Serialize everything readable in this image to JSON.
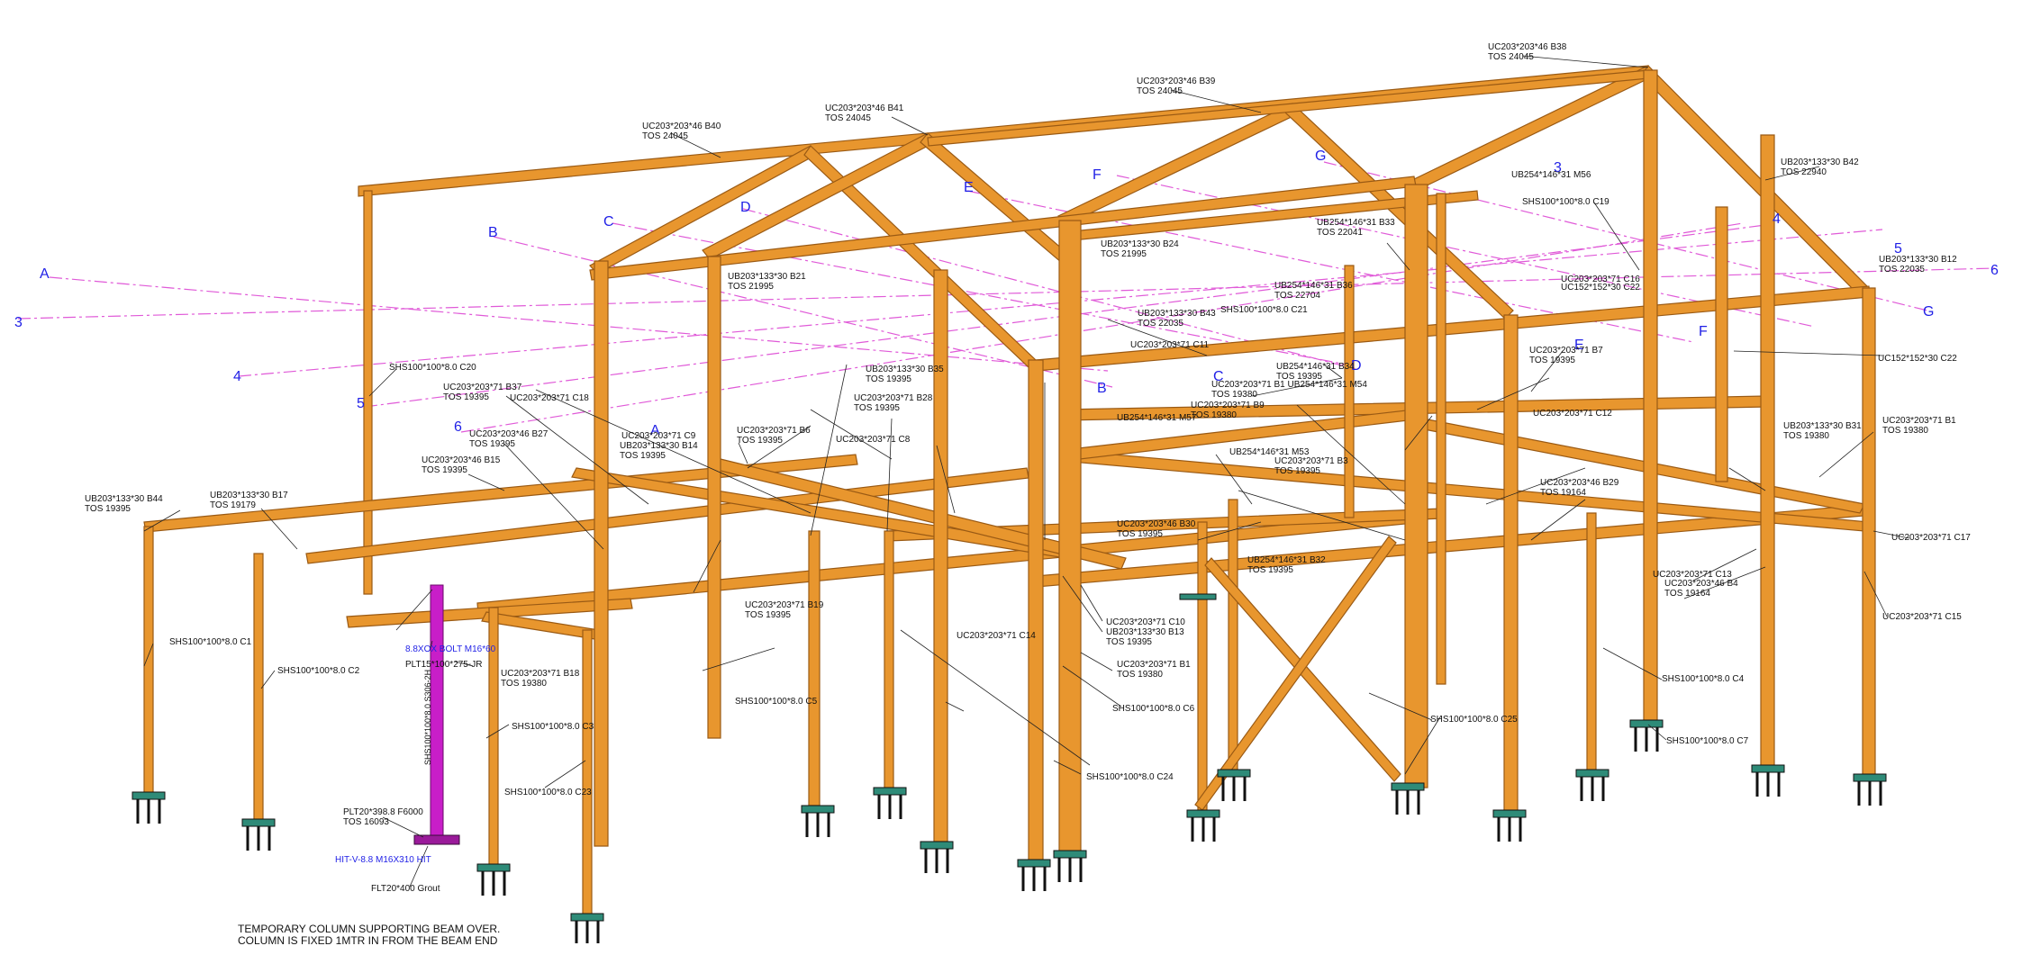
{
  "colors": {
    "steel": "#e8962e",
    "steel_edge": "#9a5a14",
    "steel_dark": "#c27419",
    "temporary_column": "#c81ec8",
    "grid_line": "#e05ad8",
    "grid_text": "#1f1fe6",
    "base_plate": "#2e8b78"
  },
  "grid_labels": [
    "A",
    "B",
    "C",
    "D",
    "E",
    "F",
    "G",
    "3",
    "4",
    "5",
    "6"
  ],
  "member_labels": [
    {
      "id": "b38",
      "l1": "UC203*203*46 B38",
      "l2": "TOS 24045"
    },
    {
      "id": "b39",
      "l1": "UC203*203*46 B39",
      "l2": "TOS 24045"
    },
    {
      "id": "b41",
      "l1": "UC203*203*46 B41",
      "l2": "TOS 24045"
    },
    {
      "id": "b40",
      "l1": "UC203*203*46 B40",
      "l2": "TOS 24045"
    },
    {
      "id": "b42",
      "l1": "UB203*133*30 B42",
      "l2": "TOS 22940"
    },
    {
      "id": "m56",
      "l1": "UB254*146*31 M56",
      "l2": ""
    },
    {
      "id": "c19",
      "l1": "SHS100*100*8.0 C19",
      "l2": ""
    },
    {
      "id": "b33",
      "l1": "UB254*146*31 B33",
      "l2": "TOS 22041"
    },
    {
      "id": "b24",
      "l1": "UB203*133*30 B24",
      "l2": "TOS 21995"
    },
    {
      "id": "b21",
      "l1": "UB203*133*30 B21",
      "l2": "TOS 21995"
    },
    {
      "id": "b36",
      "l1": "UB254*146*31 B36",
      "l2": "TOS 22704"
    },
    {
      "id": "c21",
      "l1": "SHS100*100*8.0 C21",
      "l2": ""
    },
    {
      "id": "b43",
      "l1": "UB203*133*30 B43",
      "l2": "TOS 22035"
    },
    {
      "id": "c11",
      "l1": "UC203*203*71 C11",
      "l2": ""
    },
    {
      "id": "b12",
      "l1": "UB203*133*30 B12",
      "l2": "TOS 22035"
    },
    {
      "id": "c16",
      "l1": "UC203*203*71 C16",
      "l2": ""
    },
    {
      "id": "c22a",
      "l1": "UC152*152*30 C22",
      "l2": ""
    },
    {
      "id": "c22b",
      "l1": "UC152*152*30 C22",
      "l2": ""
    },
    {
      "id": "b7",
      "l1": "UC203*203*71 B7",
      "l2": "TOS 19395"
    },
    {
      "id": "b34",
      "l1": "UB254*146*31 B34",
      "l2": "TOS 19395"
    },
    {
      "id": "b1a",
      "l1": "UC203*203*71 B1 UB254*146*31 M54",
      "l2": "TOS 19380"
    },
    {
      "id": "b9",
      "l1": "UC203*203*71 B9",
      "l2": "TOS 19380"
    },
    {
      "id": "c20",
      "l1": "SHS100*100*8.0 C20",
      "l2": ""
    },
    {
      "id": "b37",
      "l1": "UC203*203*71 B37",
      "l2": "TOS 19395"
    },
    {
      "id": "c18",
      "l1": "UC203*203*71 C18",
      "l2": ""
    },
    {
      "id": "b35",
      "l1": "UB203*133*30 B35",
      "l2": "TOS 19395"
    },
    {
      "id": "b28",
      "l1": "UC203*203*71 B28",
      "l2": "TOS 19395"
    },
    {
      "id": "c12",
      "l1": "UC203*203*71 C12",
      "l2": ""
    },
    {
      "id": "b27",
      "l1": "UC203*203*46 B27",
      "l2": "TOS 19395"
    },
    {
      "id": "c9",
      "l1": "UC203*203*71 C9",
      "l2": ""
    },
    {
      "id": "b14",
      "l1": "UB203*133*30 B14",
      "l2": "TOS 19395"
    },
    {
      "id": "b6",
      "l1": "UC203*203*71 B6",
      "l2": "TOS 19395"
    },
    {
      "id": "c8",
      "l1": "UC203*203*71 C8",
      "l2": ""
    },
    {
      "id": "m57",
      "l1": "UB254*146*31 M57",
      "l2": ""
    },
    {
      "id": "m53",
      "l1": "UB254*146*31 M53",
      "l2": ""
    },
    {
      "id": "b3",
      "l1": "UC203*203*71 B3",
      "l2": "TOS 19395"
    },
    {
      "id": "b31",
      "l1": "UB203*133*30 B31",
      "l2": "TOS 19380"
    },
    {
      "id": "b1b",
      "l1": "UC203*203*71 B1",
      "l2": "TOS 19380"
    },
    {
      "id": "b15",
      "l1": "UC203*203*46 B15",
      "l2": "TOS 19395"
    },
    {
      "id": "b44",
      "l1": "UB203*133*30 B44",
      "l2": "TOS 19395"
    },
    {
      "id": "b17",
      "l1": "UB203*133*30 B17",
      "l2": "TOS 19179"
    },
    {
      "id": "b29",
      "l1": "UC203*203*46 B29",
      "l2": "TOS 19164"
    },
    {
      "id": "b30",
      "l1": "UC203*203*46 B30",
      "l2": "TOS 19395"
    },
    {
      "id": "c17",
      "l1": "UC203*203*71 C17",
      "l2": ""
    },
    {
      "id": "b32",
      "l1": "UB254*146*31 B32",
      "l2": "TOS 19395"
    },
    {
      "id": "c13",
      "l1": "UC203*203*71 C13",
      "l2": ""
    },
    {
      "id": "b4",
      "l1": "UC203*203*46 B4",
      "l2": "TOS 19164"
    },
    {
      "id": "c15",
      "l1": "UC203*203*71 C15",
      "l2": ""
    },
    {
      "id": "b19",
      "l1": "UC203*203*71 B19",
      "l2": "TOS 19395"
    },
    {
      "id": "c10",
      "l1": "UC203*203*71 C10",
      "l2": ""
    },
    {
      "id": "b13",
      "l1": "UB203*133*30 B13",
      "l2": "TOS 19395"
    },
    {
      "id": "c14",
      "l1": "UC203*203*71 C14",
      "l2": ""
    },
    {
      "id": "c1",
      "l1": "SHS100*100*8.0 C1",
      "l2": ""
    },
    {
      "id": "c2",
      "l1": "SHS100*100*8.0 C2",
      "l2": ""
    },
    {
      "id": "b18",
      "l1": "UC203*203*71 B18",
      "l2": "TOS 19380"
    },
    {
      "id": "b1c",
      "l1": "UC203*203*71 B1",
      "l2": "TOS 19380"
    },
    {
      "id": "c4",
      "l1": "SHS100*100*8.0 C4",
      "l2": ""
    },
    {
      "id": "c5",
      "l1": "SHS100*100*8.0 C5",
      "l2": ""
    },
    {
      "id": "c6",
      "l1": "SHS100*100*8.0 C6",
      "l2": ""
    },
    {
      "id": "c25",
      "l1": "SHS100*100*8.0 C25",
      "l2": ""
    },
    {
      "id": "c7",
      "l1": "SHS100*100*8.0 C7",
      "l2": ""
    },
    {
      "id": "c3",
      "l1": "SHS100*100*8.0 C3",
      "l2": ""
    },
    {
      "id": "c23",
      "l1": "SHS100*100*8.0 C23",
      "l2": ""
    },
    {
      "id": "c24",
      "l1": "SHS100*100*8.0 C24",
      "l2": ""
    },
    {
      "id": "plt20",
      "l1": "PLT20*398.8 F6000",
      "l2": "TOS 16093"
    },
    {
      "id": "flt20",
      "l1": "FLT20*400 Grout",
      "l2": ""
    }
  ],
  "temporary_column": {
    "bolt_label": "8.8XOX BOLT M16*60",
    "plate_label": "PLT15*100*275-JR",
    "vertical_label": "SHS100*100*8.0 S306-2H",
    "anchor_label": "HIT-V-8.8 M16X310 HIT"
  },
  "note": {
    "line1": "TEMPORARY COLUMN SUPPORTING BEAM OVER.",
    "line2": "COLUMN IS FIXED 1MTR IN FROM THE BEAM END"
  }
}
